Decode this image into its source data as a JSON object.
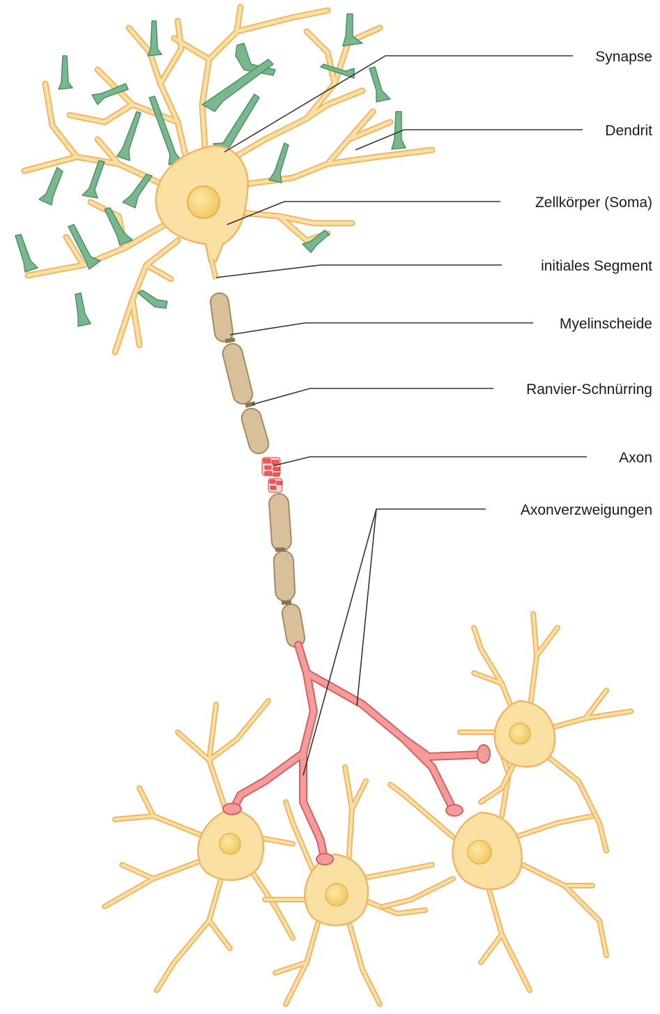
{
  "labels": {
    "synapse": "Synapse",
    "dendrit": "Dendrit",
    "zellkoerper": "Zellkörper (Soma)",
    "initiales_segment": "initiales Segment",
    "myelinscheide": "Myelinscheide",
    "ranvier": "Ranvier-Schnürring",
    "axon": "Axon",
    "axonverzweigungen": "Axonverzweigungen"
  },
  "colors": {
    "neuron_fill": "#fbe0a4",
    "neuron_stroke": "#f0b566",
    "nucleus": "#f6d27a",
    "synapse_fill": "#79b78f",
    "synapse_stroke": "#4f8f66",
    "myelin_fill": "#d8c09a",
    "myelin_stroke": "#a38a62",
    "axon_fill": "#f29c9c",
    "axon_stroke": "#d85f5f",
    "leader": "#333333"
  }
}
